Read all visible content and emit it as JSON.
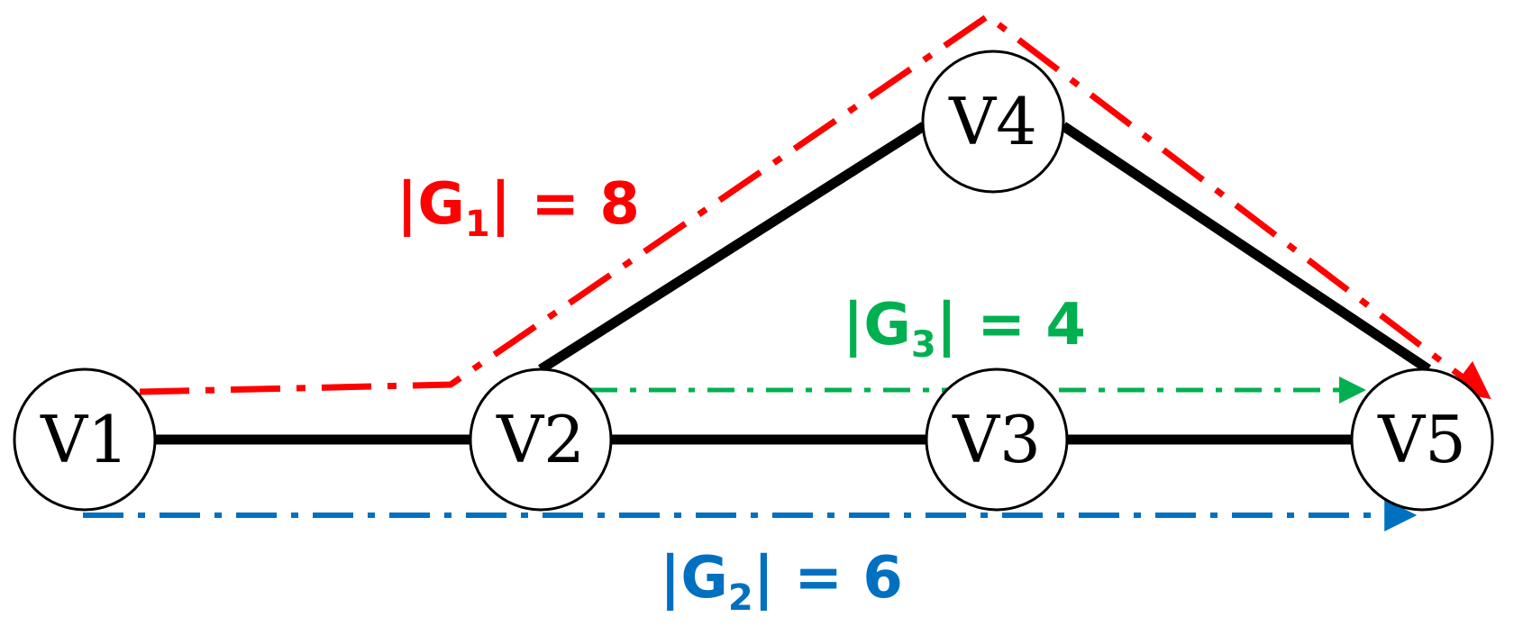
{
  "nodes": [
    {
      "id": "v1",
      "label": "V1"
    },
    {
      "id": "v2",
      "label": "V2"
    },
    {
      "id": "v3",
      "label": "V3"
    },
    {
      "id": "v4",
      "label": "V4"
    },
    {
      "id": "v5",
      "label": "V5"
    }
  ],
  "edges": [
    {
      "from": "V1",
      "to": "V2"
    },
    {
      "from": "V2",
      "to": "V3"
    },
    {
      "from": "V3",
      "to": "V5"
    },
    {
      "from": "V2",
      "to": "V4"
    },
    {
      "from": "V4",
      "to": "V5"
    }
  ],
  "paths": {
    "g1": {
      "open": "|G",
      "sub": "1",
      "close": "| = 8",
      "color": "#ff0000",
      "route": [
        "V1",
        "V2",
        "V4",
        "V5"
      ]
    },
    "g2": {
      "open": "|G",
      "sub": "2",
      "close": "| = 6",
      "color": "#0070c0",
      "route": [
        "V1",
        "V5"
      ]
    },
    "g3": {
      "open": "|G",
      "sub": "3",
      "close": "| = 4",
      "color": "#00b050",
      "route": [
        "V2",
        "V5"
      ]
    }
  }
}
